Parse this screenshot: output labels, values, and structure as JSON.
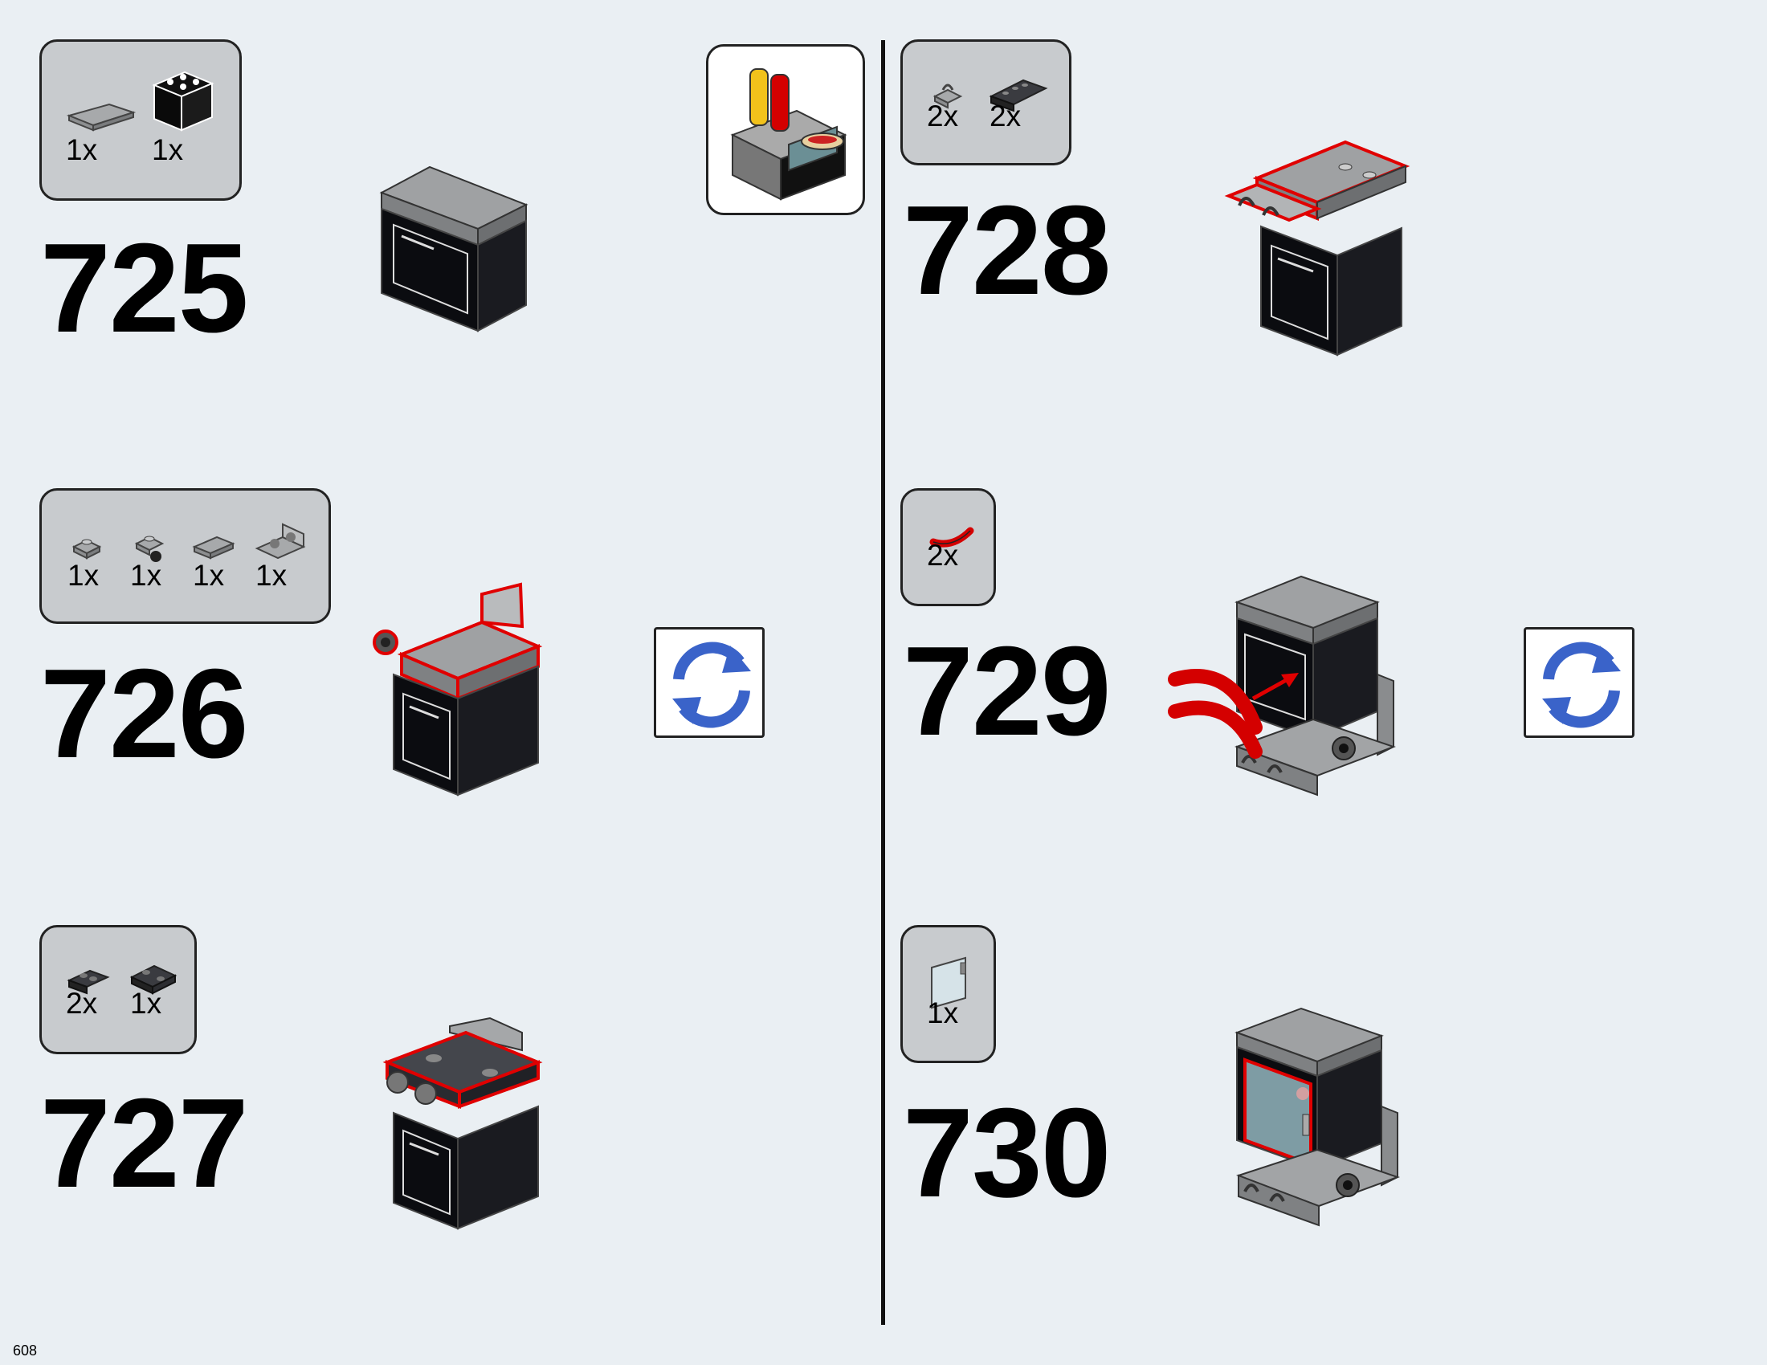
{
  "page_number": "608",
  "steps": [
    {
      "number": "725",
      "parts": [
        {
          "qty": "1x",
          "icon": "tile-1x2-icon"
        },
        {
          "qty": "1x",
          "icon": "black-brick-window-icon"
        }
      ]
    },
    {
      "number": "726",
      "parts": [
        {
          "qty": "1x",
          "icon": "plate-1x1-icon"
        },
        {
          "qty": "1x",
          "icon": "plate-clip-icon"
        },
        {
          "qty": "1x",
          "icon": "plate-1x2-icon"
        },
        {
          "qty": "1x",
          "icon": "bracket-icon"
        }
      ],
      "rotate": true
    },
    {
      "number": "727",
      "parts": [
        {
          "qty": "2x",
          "icon": "plate-1x2-icon"
        },
        {
          "qty": "1x",
          "icon": "plate-2x2-icon"
        }
      ]
    },
    {
      "number": "728",
      "parts": [
        {
          "qty": "2x",
          "icon": "clip-plate-icon"
        },
        {
          "qty": "2x",
          "icon": "plate-1x4-icon"
        }
      ]
    },
    {
      "number": "729",
      "parts": [
        {
          "qty": "2x",
          "icon": "red-curved-slope-icon"
        }
      ],
      "rotate": true
    },
    {
      "number": "730",
      "parts": [
        {
          "qty": "1x",
          "icon": "glass-door-icon"
        }
      ]
    }
  ],
  "colors": {
    "callout_bg": "#c8cbce",
    "highlight": "#e00000",
    "rotate_blue": "#3a63c9",
    "page_bg": "#eaeff3"
  }
}
